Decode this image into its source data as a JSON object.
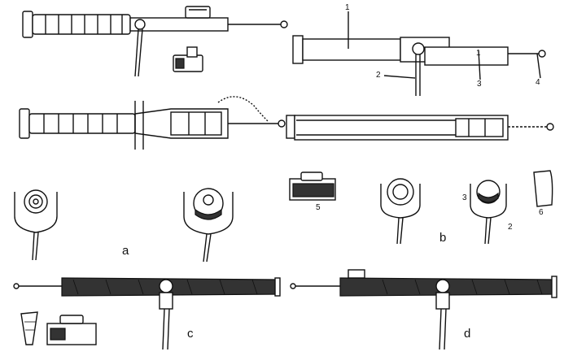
{
  "figure": {
    "panel_labels": {
      "a": "a",
      "b": "b",
      "c": "c",
      "d": "d"
    },
    "part_numbers": {
      "n1_top": "1",
      "n1_mid": "1",
      "n2_top": "2",
      "n3_top": "3",
      "n4_top": "4",
      "n5": "5",
      "n3_sight": "3",
      "n2_sight": "2",
      "n6": "6"
    }
  }
}
